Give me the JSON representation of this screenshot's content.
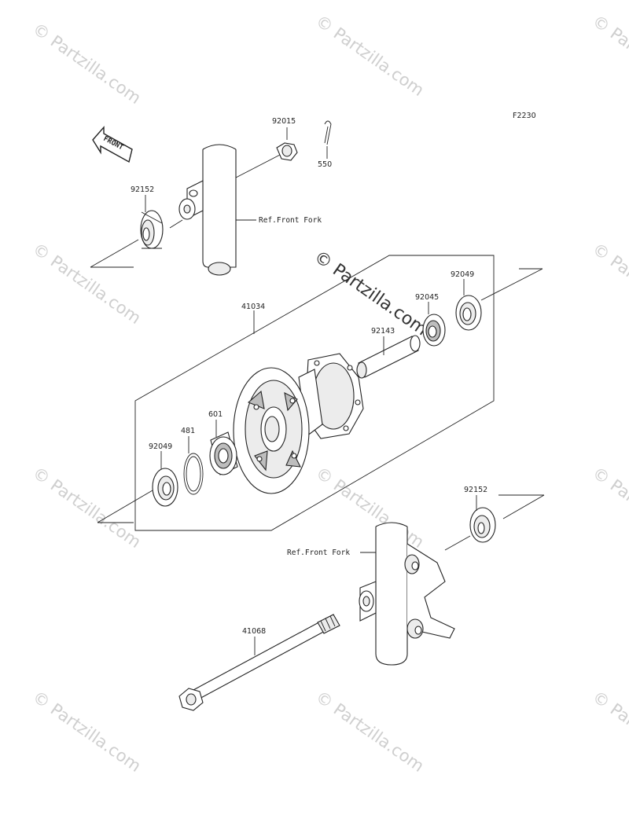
{
  "diagram_code": "F2230",
  "watermark": "© Partzilla.com",
  "front_badge": "FRONT",
  "ref_label_upper": "Ref.Front Fork",
  "ref_label_lower": "Ref.Front Fork",
  "parts": {
    "nut_92015": "92015",
    "cotter_pin_550": "550",
    "collar_upper_92152": "92152",
    "hub_41034": "41034",
    "seal_right_92049": "92049",
    "bearing_right_92045": "92045",
    "spacer_92143": "92143",
    "bearing_left_601": "601",
    "circlip_481": "481",
    "seal_left_92049": "92049",
    "collar_lower_92152": "92152",
    "axle_41068": "41068"
  },
  "colors": {
    "line": "#222222",
    "watermark": "#cfcfcf"
  }
}
